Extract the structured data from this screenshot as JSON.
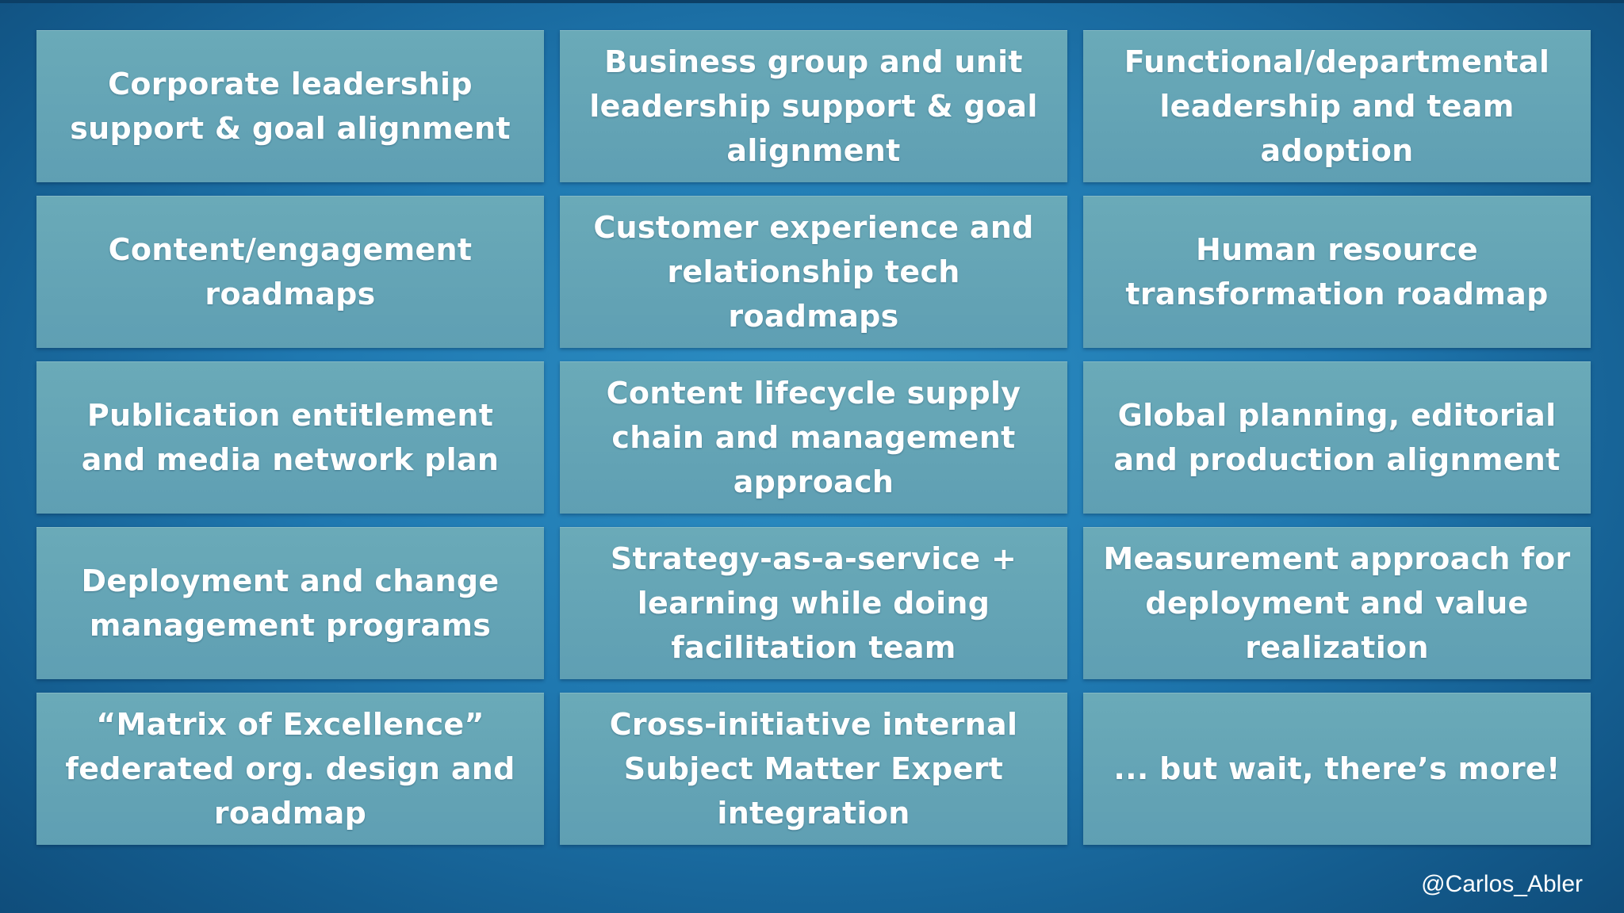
{
  "tiles": [
    "Corporate leadership support & goal alignment",
    "Business group and unit leadership support & goal alignment",
    "Functional/departmental leadership and team adoption",
    "Content/engagement roadmaps",
    "Customer experience and relationship tech roadmaps",
    "Human resource transformation roadmap",
    "Publication entitlement and media network plan",
    "Content lifecycle supply chain and management approach",
    "Global planning, editorial and production alignment",
    "Deployment and change management programs",
    "Strategy-as-a-service + learning while doing facilitation team",
    "Measurement approach for deployment and value realization",
    "“Matrix of Excellence” federated org. design and roadmap",
    "Cross-initiative internal Subject Matter Expert integration",
    "... but wait, there’s more!"
  ],
  "credit": "@Carlos_Abler",
  "colors": {
    "background": "#1f78b0",
    "tile": "#64a4b5",
    "text": "#ffffff"
  }
}
